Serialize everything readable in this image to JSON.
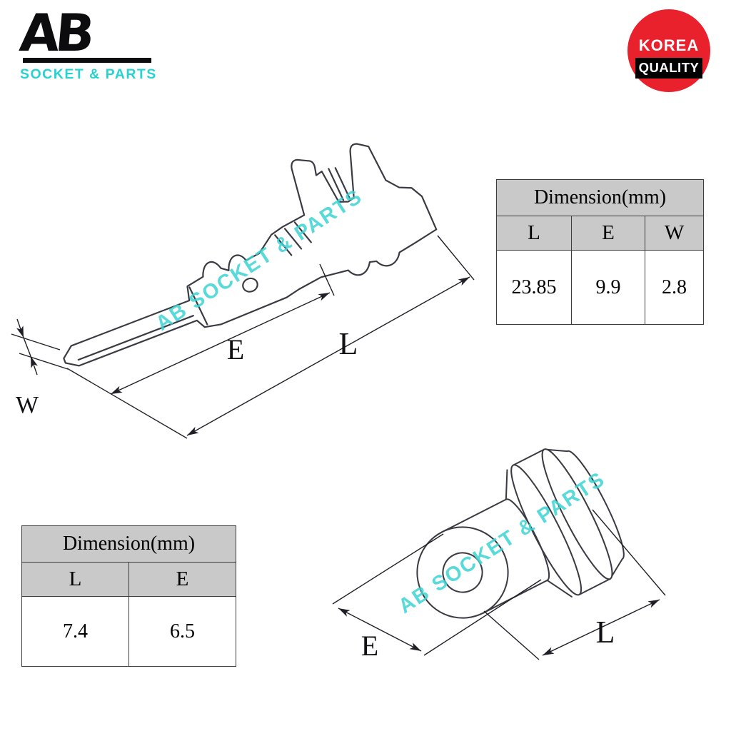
{
  "logo": {
    "abbr": "AB",
    "subtitle": "SOCKET & PARTS"
  },
  "badge": {
    "line1": "KOREA",
    "line2": "QUALITY"
  },
  "watermark": {
    "text": "AB SOCKET & PARTS"
  },
  "terminal_diagram": {
    "labels": {
      "E": "E",
      "L": "L",
      "W": "W"
    }
  },
  "seal_diagram": {
    "labels": {
      "E": "E",
      "L": "L"
    }
  },
  "tables": {
    "terminal": {
      "title": "Dimension(mm)",
      "columns": [
        "L",
        "E",
        "W"
      ],
      "values": [
        "23.85",
        "9.9",
        "2.8"
      ]
    },
    "seal": {
      "title": "Dimension(mm)",
      "columns": [
        "L",
        "E"
      ],
      "values": [
        "7.4",
        "6.5"
      ]
    }
  },
  "colors": {
    "accent": "#27d3cf",
    "badge_red": "#e8212d",
    "table_header_gray": "#c9c9c9"
  }
}
